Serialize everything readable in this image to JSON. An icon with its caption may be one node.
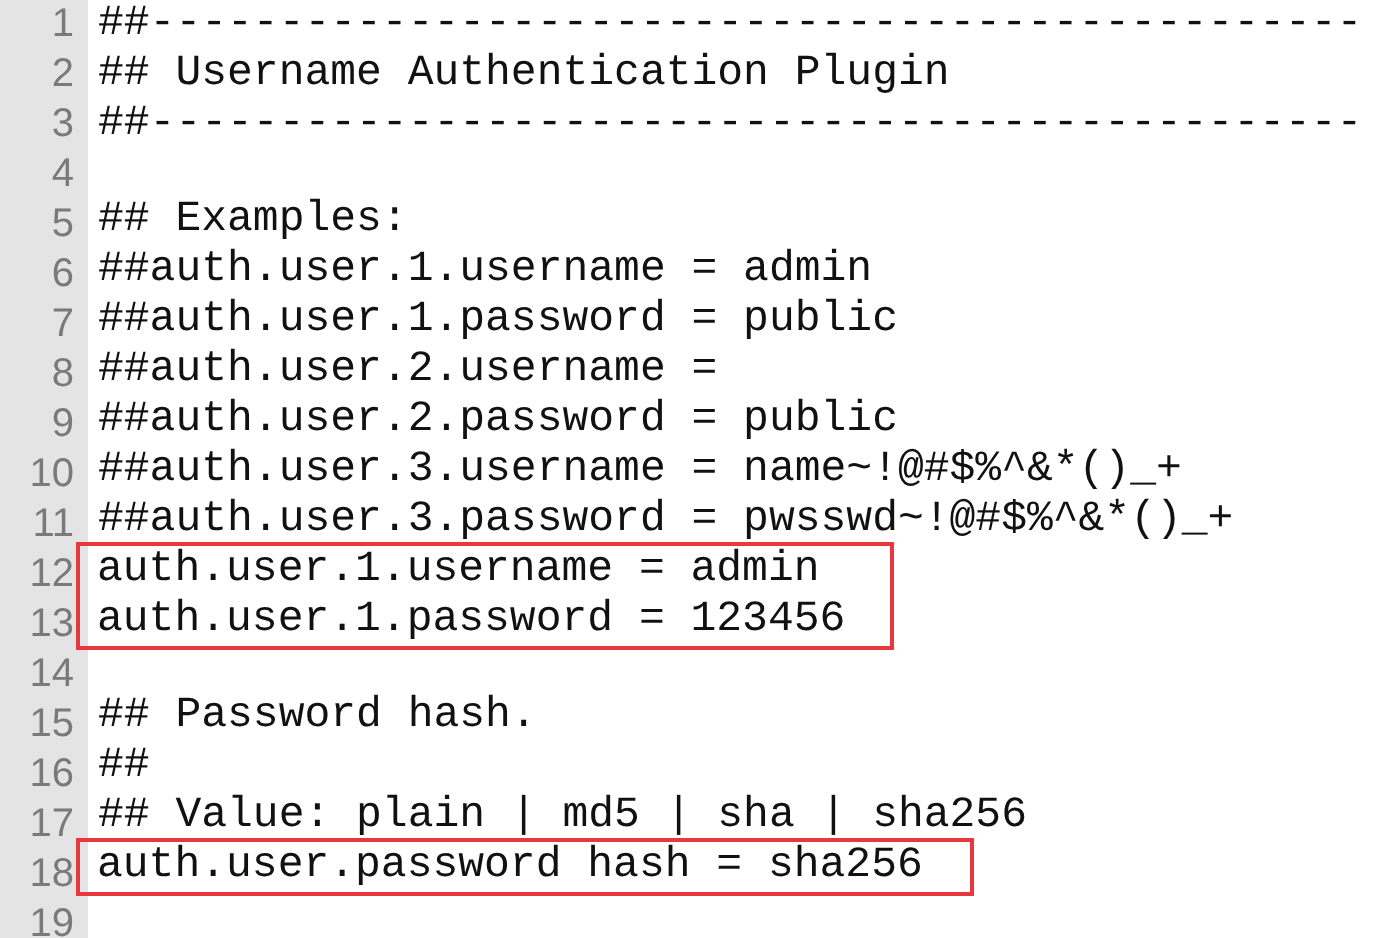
{
  "diagram": {
    "nodes": [
      {
        "text": [
          "auth.user.1.username = admin",
          "auth.user.1.password = 123456"
        ]
      },
      {
        "text": [
          "auth.user.password hash = sha256"
        ]
      }
    ],
    "labels": [
      "1",
      "##-----------------------------------------------",
      "2",
      "## Username Authentication Plugin",
      "3",
      "##-----------------------------------------------",
      "4",
      "5",
      "## Examples:",
      "6",
      "##auth.user.1.username = admin",
      "7",
      "##auth.user.1.password = public",
      "8",
      "##auth.user.2.username =",
      "9",
      "##auth.user.2.password = public",
      "10",
      "##auth.user.3.username = name~!@#$%^&*()_+",
      "11",
      "##auth.user.3.password = pwsswd~!@#$%^&*()_+",
      "12",
      "13",
      "14",
      "15",
      "## Password hash.",
      "16",
      "##",
      "17",
      "## Value: plain | md5 | sha | sha256",
      "18",
      "19"
    ]
  }
}
